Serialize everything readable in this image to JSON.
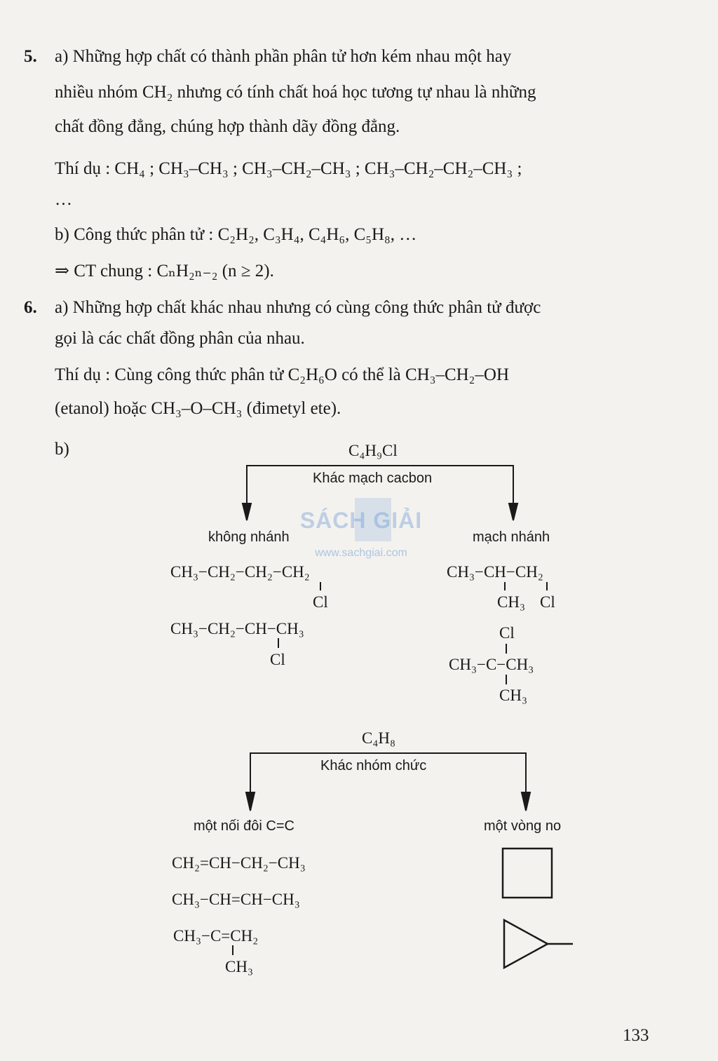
{
  "q5": {
    "number": "5.",
    "a_line1": "a) Những hợp chất có thành phần phân tử hơn kém nhau một hay",
    "a_line2": "nhiều nhóm CH₂ nhưng có tính chất hoá học tương tự nhau là những",
    "a_line3": "chất đồng đẳng, chúng hợp thành dãy đồng đẳng.",
    "example_line": "Thí dụ : CH₄ ; CH₃–CH₃ ; CH₃–CH₂–CH₃ ; CH₃–CH₂–CH₂–CH₃ ;",
    "example_cont": "…",
    "b_line": "b) Công thức phân tử : C₂H₂, C₃H₄, C₄H₆, C₅H₈, …",
    "general": "⇒ CT chung : CₙH₂ₙ₋₂ (n ≥ 2)."
  },
  "q6": {
    "number": "6.",
    "a_line1": "a) Những hợp chất khác nhau nhưng có cùng công thức phân tử được",
    "a_line2": "gọi là các chất đồng phân của nhau.",
    "example_line1": "Thí dụ : Cùng công thức phân tử C₂H₆O có thể là CH₃–CH₂–OH",
    "example_line2": "(etanol) hoặc CH₃–O–CH₃ (đimetyl ete).",
    "b_label": "b)"
  },
  "diagram1": {
    "formula": "C₄H₉Cl",
    "relation": "Khác mạch cacbon",
    "left_label": "không nhánh",
    "right_label": "mạch nhánh",
    "left_1_main": "CH₃−CH₂−CH₂−CH₂",
    "left_1_sub": "Cl",
    "left_2_main": "CH₃−CH₂−CH−CH₃",
    "left_2_sub": "Cl",
    "right_1_main": "CH₃−CH−CH₂",
    "right_1_sub_a": "CH₃",
    "right_1_sub_b": "Cl",
    "right_2_top": "Cl",
    "right_2_main": "CH₃−C−CH₃",
    "right_2_bottom": "CH₃"
  },
  "diagram2": {
    "formula": "C₄H₈",
    "relation": "Khác nhóm chức",
    "left_label": "một nối đôi C=C",
    "right_label": "một vòng no",
    "left_1": "CH₂=CH−CH₂−CH₃",
    "left_2": "CH₃−CH=CH−CH₃",
    "left_3_main": "CH₃−C=CH₂",
    "left_3_sub": "CH₃"
  },
  "watermark": {
    "brand": "SÁCH GIẢI",
    "url": "www.sachgiai.com"
  },
  "page_number": "133"
}
